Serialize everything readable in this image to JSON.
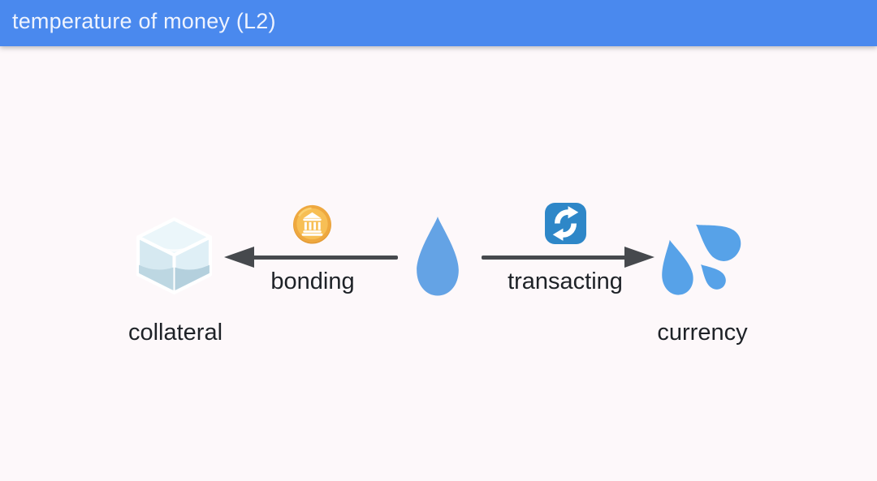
{
  "window": {
    "title": "temperature of money (L2)"
  },
  "diagram": {
    "center_node": {
      "id": "money",
      "icon": "droplet-icon"
    },
    "nodes": [
      {
        "id": "collateral",
        "label": "collateral",
        "icon": "ice-cube-icon",
        "position": "left"
      },
      {
        "id": "currency",
        "label": "currency",
        "icon": "sweat-droplets-icon",
        "position": "right"
      }
    ],
    "edges": [
      {
        "from": "money",
        "to": "collateral",
        "label": "bonding",
        "icon": "bank-coin-icon",
        "direction": "left"
      },
      {
        "from": "money",
        "to": "currency",
        "label": "transacting",
        "icon": "refresh-icon",
        "direction": "right"
      }
    ]
  },
  "colors": {
    "header_bg": "#4a89ee",
    "header_text": "#eef3fe",
    "body_bg": "#fdf8fa",
    "arrow": "#46494d",
    "label_text": "#1e2227",
    "droplet_blue": "#64a3e5",
    "sweat_blue": "#57a2e8",
    "refresh_bg": "#2e87c8",
    "coin_gold": "#f7bf55",
    "coin_rim": "#eea83f"
  }
}
